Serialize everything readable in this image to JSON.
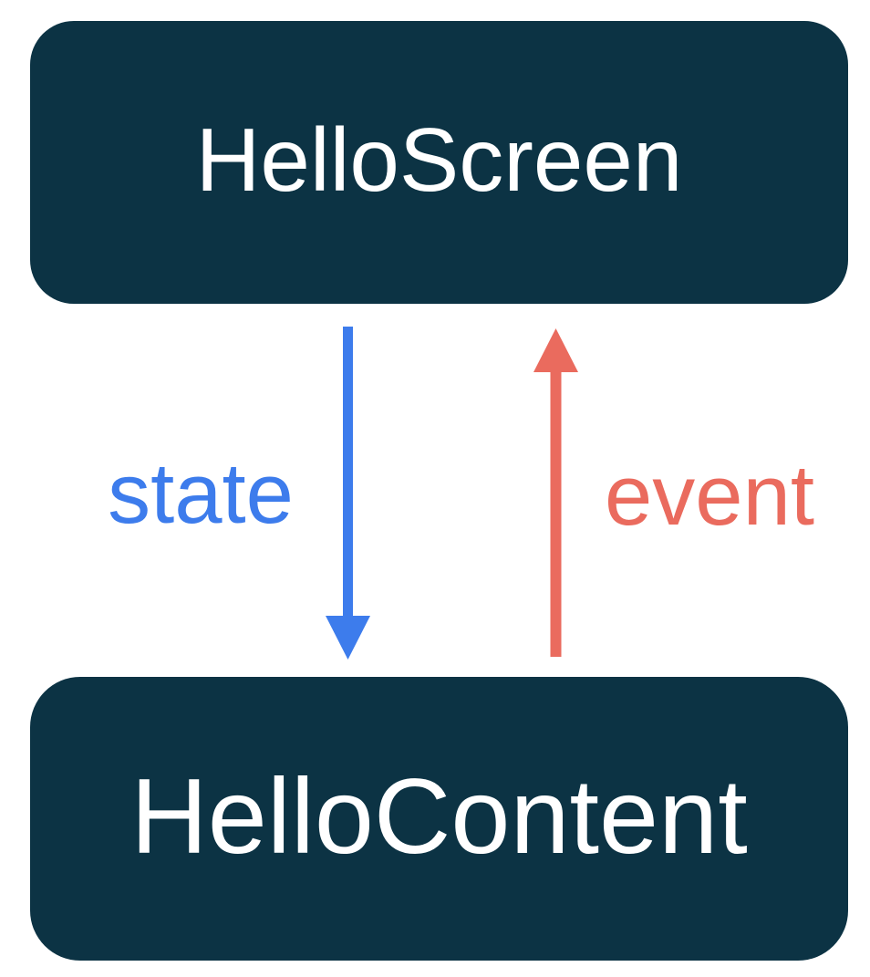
{
  "diagram": {
    "title": "unidirectional-data-flow",
    "top_box": {
      "label": "HelloScreen"
    },
    "bottom_box": {
      "label": "HelloContent"
    },
    "arrows": [
      {
        "id": "state",
        "label": "state",
        "direction": "down",
        "from": "HelloScreen",
        "to": "HelloContent",
        "color": "#3d7cec"
      },
      {
        "id": "event",
        "label": "event",
        "direction": "up",
        "from": "HelloContent",
        "to": "HelloScreen",
        "color": "#ea6b5e"
      }
    ]
  },
  "colors": {
    "background": "#ffffff",
    "box_bg": "#0c3344",
    "box_text": "#ffffff",
    "state_blue": "#3d7cec",
    "event_red": "#ea6b5e"
  }
}
